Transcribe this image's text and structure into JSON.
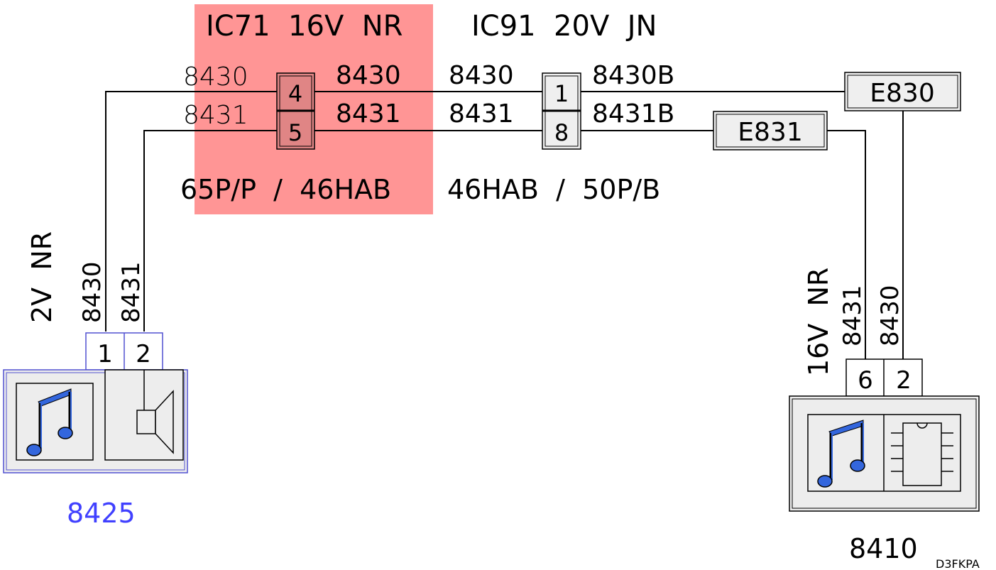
{
  "connectors": {
    "ic71": {
      "label": "IC71  16V  NR",
      "pins": [
        "4",
        "5"
      ],
      "note": "65P/P  /  46HAB",
      "highlight": "#ff9595"
    },
    "ic91": {
      "label": "IC91  20V  JN",
      "pins": [
        "1",
        "8"
      ],
      "note": "46HAB  /  50P/B"
    }
  },
  "wires": {
    "w8430": "8430",
    "w8431": "8431",
    "w8430b": "8430B",
    "w8431b": "8431B"
  },
  "splices": {
    "e830": "E830",
    "e831": "E831"
  },
  "component_8425": {
    "id": "8425",
    "connector": "2V  NR",
    "pins": [
      "1",
      "2"
    ],
    "wires": [
      "8430",
      "8431"
    ],
    "id_color": "#4040ff"
  },
  "component_8410": {
    "id": "8410",
    "connector": "16V  NR",
    "pins": [
      "6",
      "2"
    ],
    "wires": [
      "8431",
      "8430"
    ]
  },
  "footer": {
    "code": "D3FKPA"
  },
  "colors": {
    "note_icon": "#3366dd",
    "frame_blue": "#5050d0",
    "panel_fill": "#ededed"
  }
}
